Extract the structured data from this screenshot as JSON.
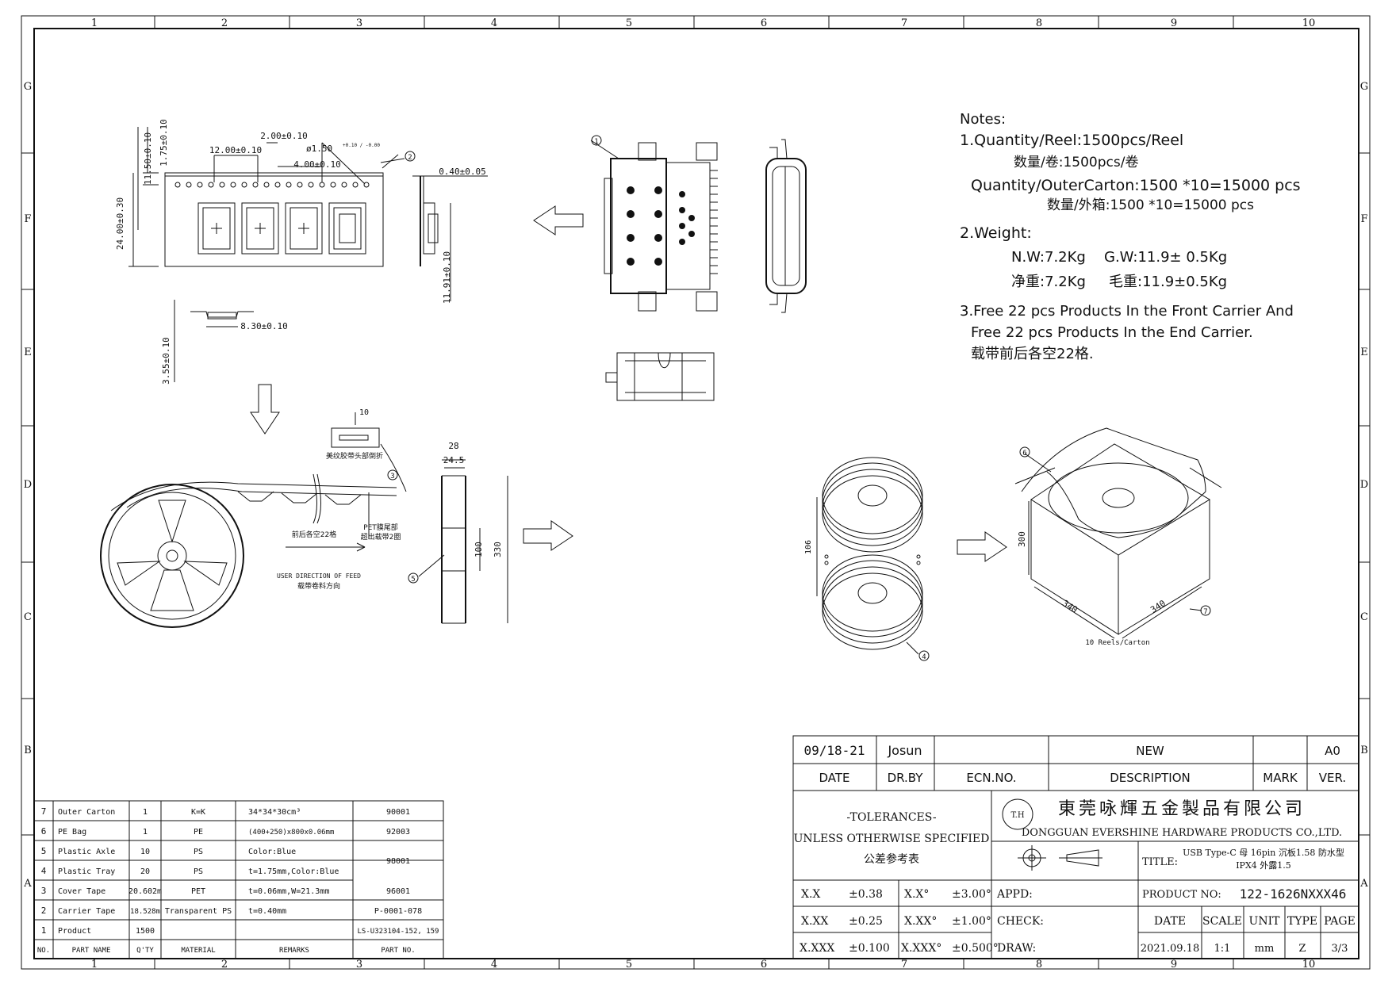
{
  "frame": {
    "cols": [
      "1",
      "2",
      "3",
      "4",
      "5",
      "6",
      "7",
      "8",
      "9",
      "10"
    ],
    "rows": [
      "G",
      "F",
      "E",
      "D",
      "C",
      "B",
      "A"
    ]
  },
  "notes": {
    "heading": "Notes:",
    "l1": "1.Quantity/Reel:1500pcs/Reel",
    "l1cn": "数量/卷:1500pcs/卷",
    "l2": "Quantity/OuterCarton:1500  *10=15000  pcs",
    "l2cn": "数量/外箱:1500  *10=15000  pcs",
    "l3": "2.Weight:",
    "l4a": "N.W:7.2Kg",
    "l4b": "G.W:11.9± 0.5Kg",
    "l5a": "净重:7.2Kg",
    "l5b": "毛重:11.9±0.5Kg",
    "l6": "3.Free  22  pcs  Products  In  the  Front  Carrier    And",
    "l7": "Free  22  pcs  Products  In  the  End  Carrier.",
    "l8": "载带前后各空22格."
  },
  "dims": {
    "d1": "2.00±0.10",
    "d2": "12.00±0.10",
    "d3": "ø1.50",
    "d3tol": "+0.10 / -0.00",
    "d4": "4.00±0.10",
    "d5": "11.50±0.10",
    "d6": "1.75±0.10",
    "d7": "24.00±0.30",
    "d8": "0.40±0.05",
    "d9": "11.91±0.10",
    "d10": "8.30±0.10",
    "d11": "3.55±0.10",
    "reel_w1": "28",
    "reel_w2": "24.5",
    "reel_h1": "100",
    "reel_h2": "330",
    "tape_w": "10",
    "tape_note": "美纹胶带头部倒折",
    "front_blank": "前后各空22格",
    "pet_note1": "PET膜尾部",
    "pet_note2": "超出载带2圈",
    "feed_dir1": "USER DIRECTION OF FEED",
    "feed_dir2": "载带卷料方向",
    "stack_h": "106",
    "box_h": "300",
    "box_w1": "340",
    "box_w2": "340",
    "box_note": "10 Reels/Carton"
  },
  "balloons": [
    "1",
    "2",
    "3",
    "4",
    "5",
    "6",
    "7"
  ],
  "bom": {
    "headers": [
      "NO.",
      "PART NAME",
      "Q'TY",
      "MATERIAL",
      "REMARKS",
      "PART NO."
    ],
    "rows": [
      {
        "no": "7",
        "name": "Outer Carton",
        "qty": "1",
        "mat": "K=K",
        "rem": "34*34*30cm³",
        "pn": "90001"
      },
      {
        "no": "6",
        "name": "PE Bag",
        "qty": "1",
        "mat": "PE",
        "rem": "(400+250)x800x0.06mm",
        "pn": "92003"
      },
      {
        "no": "5",
        "name": "Plastic Axle",
        "qty": "10",
        "mat": "PS",
        "rem": "Color:Blue",
        "pn": "98001"
      },
      {
        "no": "4",
        "name": "Plastic Tray",
        "qty": "20",
        "mat": "PS",
        "rem": "t=1.75mm,Color:Blue",
        "pn": ""
      },
      {
        "no": "3",
        "name": "Cover Tape",
        "qty": "20.602m",
        "mat": "PET",
        "rem": "t=0.06mm,W=21.3mm",
        "pn": "96001"
      },
      {
        "no": "2",
        "name": "Carrier Tape",
        "qty": "18.528m",
        "mat": "Transparent PS",
        "rem": "t=0.40mm",
        "pn": "P-0001-078"
      },
      {
        "no": "1",
        "name": "Product",
        "qty": "1500",
        "mat": "",
        "rem": "",
        "pn": "LS-U323104-152, 159"
      }
    ]
  },
  "titleblock": {
    "rev_date": "09/18-21",
    "rev_by": "Josun",
    "rev_ecn": "",
    "rev_desc": "NEW",
    "rev_mark": "",
    "rev_ver": "A0",
    "h_date": "DATE",
    "h_drby": "DR.BY",
    "h_ecn": "ECN.NO.",
    "h_desc": "DESCRIPTION",
    "h_mark": "MARK",
    "h_ver": "VER.",
    "tol1": "-TOLERANCES-",
    "tol2": "UNLESS OTHERWISE SPECIFIED",
    "tol3": "公差参考表",
    "logo": "T.H",
    "company_cn": "東莞咏輝五金製品有限公司",
    "company_en": "DONGGUAN EVERSHINE HARDWARE PRODUCTS CO.,LTD.",
    "title_label": "TITLE:",
    "title_1": "USB Type-C 母 16pin 沉板1.58 防水型",
    "title_2": "IPX4  外露1.5",
    "product_label": "PRODUCT NO:",
    "product_no": "122-1626NXXX46",
    "appd": "APPD:",
    "check": "CHECK:",
    "draw": "DRAW:",
    "t_xx": "X.X",
    "t_xx_v": "±0.38",
    "t_xxa": "X.X°",
    "t_xxa_v": "±3.00°",
    "t_xxx": "X.XX",
    "t_xxx_v": "±0.25",
    "t_xxxa": "X.XX°",
    "t_xxxa_v": "±1.00°",
    "t_xxxx": "X.XXX",
    "t_xxxx_v": "±0.100",
    "t_xxxxa": "X.XXX°",
    "t_xxxxa_v": "±0.500°",
    "h_date2": "DATE",
    "h_scale": "SCALE",
    "h_unit": "UNIT",
    "h_type": "TYPE",
    "h_page": "PAGE",
    "v_date": "2021.09.18",
    "v_scale": "1:1",
    "v_unit": "mm",
    "v_type": "Z",
    "v_page": "3/3"
  }
}
